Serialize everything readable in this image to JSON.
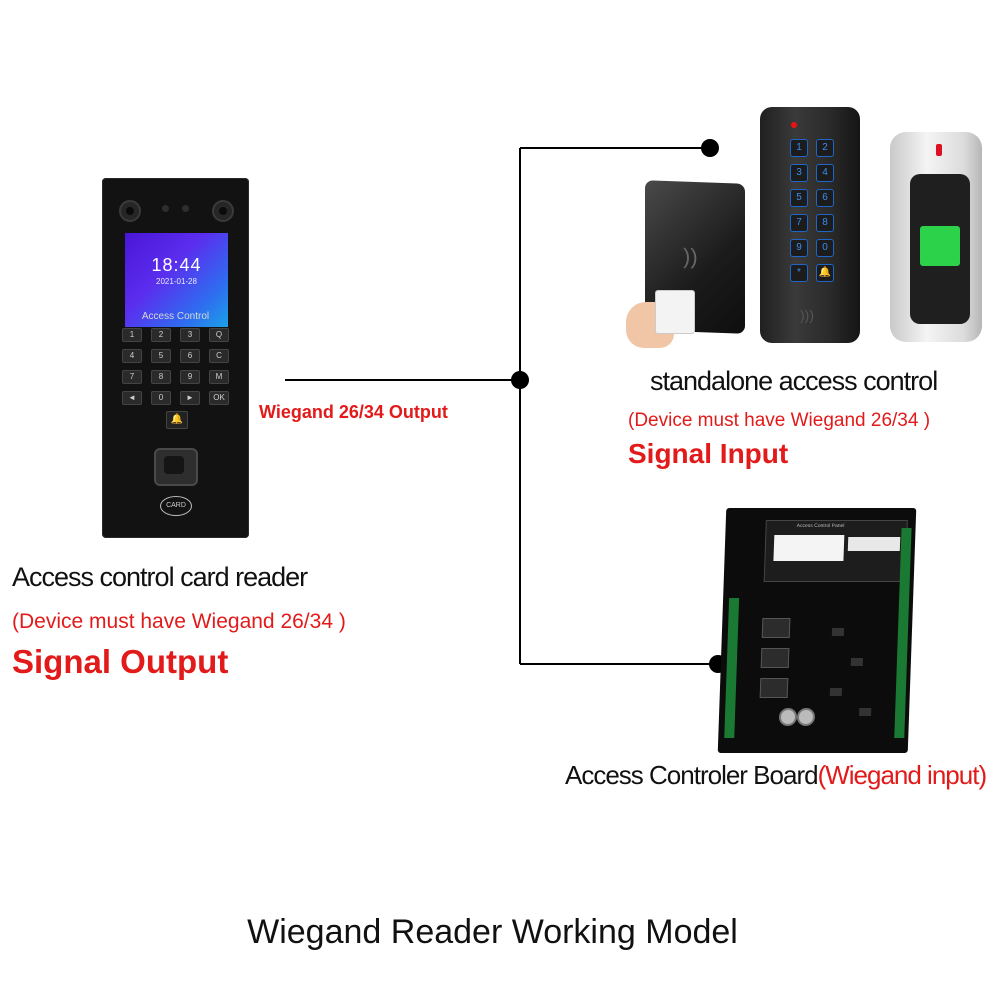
{
  "colors": {
    "wire": "#000000",
    "red_text": "#e21a1a",
    "black_text": "#111111"
  },
  "signal_label": "Wiegand 26/34 Output",
  "left_device": {
    "screen_time": "18:44",
    "screen_date": "2021-01-28",
    "screen_title": "Access Control",
    "keys": [
      "1",
      "2",
      "3",
      "Q",
      "4",
      "5",
      "6",
      "C",
      "7",
      "8",
      "9",
      "M",
      "◄",
      "0",
      "►",
      "OK"
    ],
    "card_label": "CARD",
    "title": "Access control card reader",
    "note": "(Device must have Wiegand 26/34 )",
    "signal": "Signal Output"
  },
  "standalone": {
    "keypad_keys": [
      "1",
      "2",
      "3",
      "4",
      "5",
      "6",
      "7",
      "8",
      "9",
      "0",
      "*",
      "🔔"
    ],
    "title": "standalone access control",
    "note": "(Device must have Wiegand 26/34 )",
    "signal": "Signal Input"
  },
  "board": {
    "panel_title": "Access Control Panel",
    "title": "Access Controler Board",
    "title_suffix": "(Wiegand input)"
  },
  "footer_title": "Wiegand Reader Working Model",
  "icons": [
    "fingerprint-icon",
    "bell-icon",
    "nfc-icon",
    "camera-icon"
  ]
}
